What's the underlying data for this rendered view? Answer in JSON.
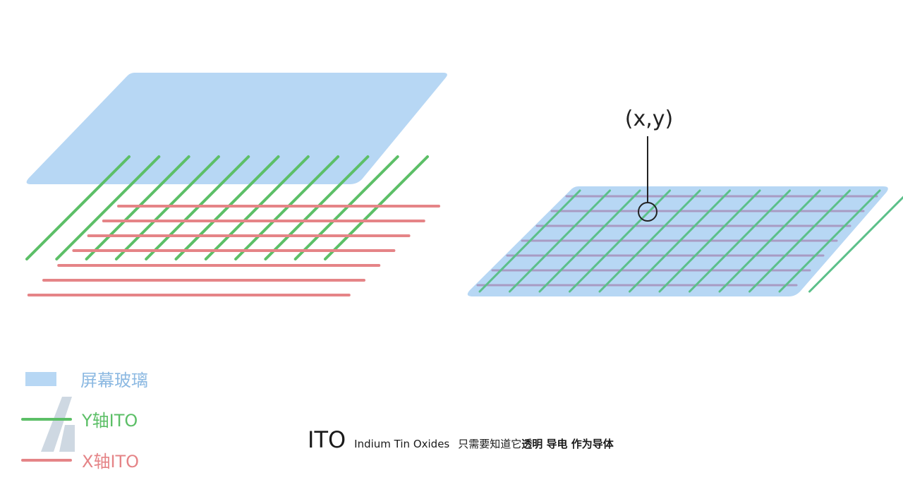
{
  "diagram": {
    "point_label": "(x,y)",
    "colors": {
      "glass": "#b7d7f4",
      "y_ito": "#5cbf67",
      "x_ito": "#e58487",
      "grid_x_line": "#a89bc3",
      "grid_y_line": "#5cc08a",
      "marker": "#222222"
    }
  },
  "legend": {
    "glass_label": "屏幕玻璃",
    "y_label": "Y轴ITO",
    "x_label": "X轴ITO"
  },
  "caption": {
    "ito": "ITO",
    "full_name": "Indium Tin Oxides",
    "note": "只需要知道它",
    "bold1": "透明",
    "bold2": "导电",
    "bold3": "作为导体"
  }
}
